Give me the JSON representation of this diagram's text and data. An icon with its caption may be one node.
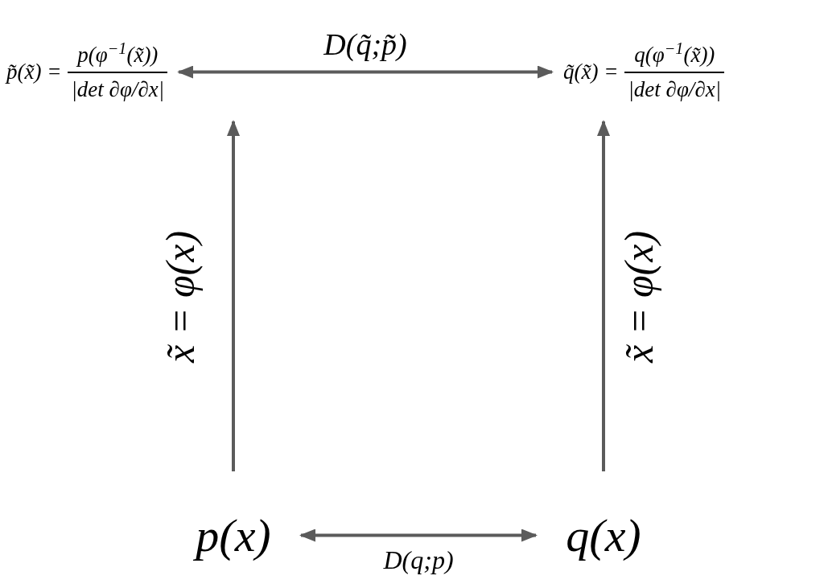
{
  "diagram": {
    "nodes": [
      {
        "text": [
          "p̃(x̃) =",
          "p(φ$^{−1}$(x̃))",
          "|det ∂φ/∂x|"
        ]
      },
      {
        "text": [
          "q̃(x̃) =",
          "q(φ$^{−1}$(x̃))",
          "|det ∂φ/∂x|"
        ]
      },
      {
        "text": [
          "p(x)"
        ]
      },
      {
        "text": [
          "q(x)"
        ]
      }
    ],
    "edges": [
      {
        "from": 0,
        "to": 1,
        "arrow": "both",
        "label": "D(q̃;p̃)"
      },
      {
        "from": 2,
        "to": 3,
        "arrow": "both",
        "label": "D(q;p)"
      },
      {
        "from": 2,
        "to": 0,
        "arrow": "to",
        "label": "x̃ = φ(x)"
      },
      {
        "from": 3,
        "to": 1,
        "arrow": "to",
        "label": "x̃ = φ(x)"
      }
    ]
  }
}
